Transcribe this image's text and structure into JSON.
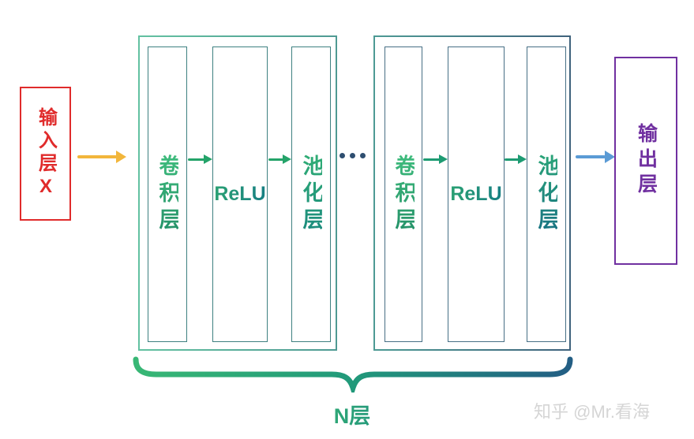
{
  "diagram": {
    "input_label": "输入层X",
    "output_label": "输出层",
    "stages": [
      {
        "conv": "卷积层",
        "relu": "ReLU",
        "pool": "池化层"
      },
      {
        "conv": "卷积层",
        "relu": "ReLU",
        "pool": "池化层"
      }
    ],
    "n_layers_label": "N层",
    "watermark": "知乎 @Mr.看海"
  },
  "colors": {
    "input_red": "#e02b2b",
    "output_purple": "#7030a0",
    "arrow_yellow": "#f2b63b",
    "arrow_blue": "#5b9bd5",
    "arrow_green": "#24a369",
    "dots_navy": "#2e4e70",
    "theme_green": "#38b775",
    "theme_blue": "#235e84"
  }
}
